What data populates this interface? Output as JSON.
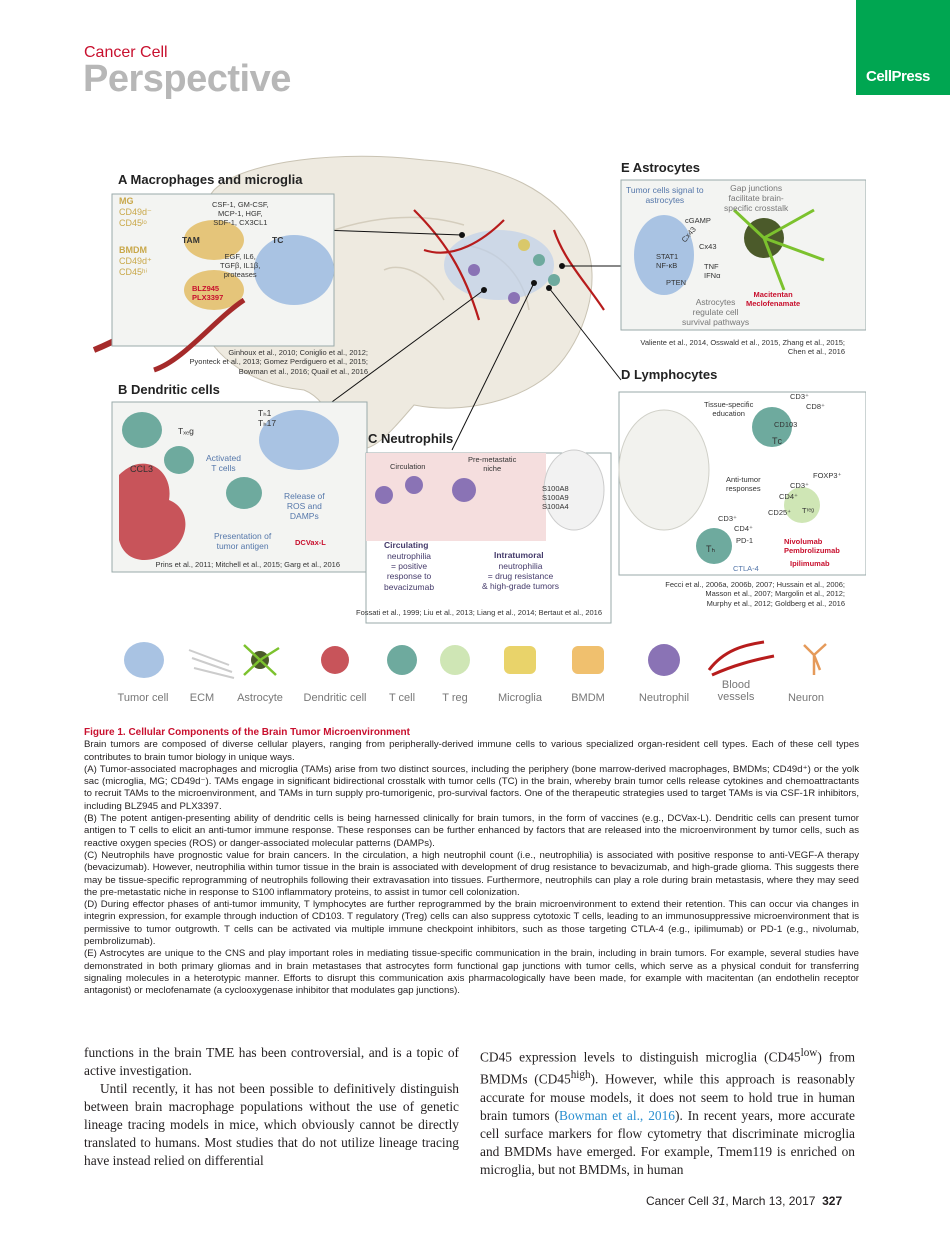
{
  "header": {
    "journal": "Cancer Cell",
    "section": "Perspective",
    "publisher_logo": "CellPress"
  },
  "figure": {
    "panels": {
      "A": {
        "title": "A  Macrophages and microglia",
        "mg": "MG",
        "mg_markers1": "CD49d⁻",
        "mg_markers2": "CD45ˡᵒ",
        "bmdm": "BMDM",
        "bmdm_markers1": "CD49d⁺",
        "bmdm_markers2": "CD45ʰⁱ",
        "signals_in": "CSF-1, GM-CSF,\nMCP-1, HGF,\nSDF-1, CX3CL1",
        "tam": "TAM",
        "tc": "TC",
        "signals_out": "EGF, IL6,\nTGFβ, IL1β,\nproteases",
        "drug": "BLZ945\nPLX3397",
        "cite": "Ginhoux et al., 2010; Coniglio et al., 2012;\nPyonteck et al., 2013; Gomez Perdiguero et al., 2015;\nBowman et al., 2016; Quail et al., 2016"
      },
      "B": {
        "title": "B  Dendritic cells",
        "th": "Tₕ1\nTₕ17",
        "treg": "Tₓₑg",
        "ccl3": "CCL3",
        "activated": "Activated\nT cells",
        "release": "Release of\nROS and\nDAMPs",
        "presentation": "Presentation of\ntumor antigen",
        "drug": "DCVax-L",
        "cite": "Prins et al., 2011; Mitchell et al., 2015; Garg et al., 2016"
      },
      "C": {
        "title": "C  Neutrophils",
        "circulation": "Circulation",
        "premet": "Pre-metastatic\nniche",
        "s100": "S100A8\nS100A9\nS100A4",
        "circ_label": "Circulating",
        "circ_desc": "neutrophilia\n= positive\nresponse to\nbevacizumab",
        "intra_label": "Intratumoral",
        "intra_desc": "neutrophilia\n= drug resistance\n& high-grade tumors",
        "cite": "Fossati et al., 1999; Liu et al., 2013; Liang et al., 2014; Bertaut et al., 2016"
      },
      "D": {
        "title": "D  Lymphocytes",
        "tissue": "Tissue-specific\neducation",
        "cd103": "CD103",
        "tc": "Tᴄ",
        "cd3a": "CD3⁺",
        "cd8": "CD8⁺",
        "anti": "Anti-tumor\nresponses",
        "foxp3": "FOXP3⁺",
        "cd3b": "CD3⁺",
        "cd4b": "CD4⁺",
        "cd25": "CD25⁺",
        "treg": "Tʳᵉᵍ",
        "cd3c": "CD3⁺",
        "cd4c": "CD4⁺",
        "th": "Tₕ",
        "pd1": "PD-1",
        "ctla4": "CTLA-4",
        "drugs": "Nivolumab\nPembrolizumab",
        "drug2": "Ipilimumab",
        "cite": "Fecci et al., 2006a, 2006b, 2007; Hussain et al., 2006;\nMasson et al., 2007; Margolin et al., 2012;\nMurphy et al., 2012; Goldberg et al., 2016"
      },
      "E": {
        "title": "E  Astrocytes",
        "signal": "Tumor cells signal to\nastrocytes",
        "gap": "Gap junctions\nfacilitate brain-\nspecific crosstalk",
        "cgamp": "cGAMP",
        "cx43a": "Cx43",
        "cx43b": "Cx43",
        "stat": "STAT1\nNF-κB",
        "pten": "PTEN",
        "tnf": "TNF\nIFNα",
        "regulate": "Astrocytes\nregulate cell\nsurvival pathways",
        "drugs": "Macitentan\nMeclofenamate",
        "cite": "Valiente et al., 2014, Osswald et al., 2015, Zhang et al., 2015;\nChen et al., 2016"
      }
    },
    "legend": [
      "Tumor cell",
      "ECM",
      "Astrocyte",
      "Dendritic cell",
      "T cell",
      "T reg",
      "Microglia",
      "BMDM",
      "Neutrophil",
      "Blood\nvessels",
      "Neuron"
    ]
  },
  "caption": {
    "title": "Figure 1.  Cellular Components of the Brain Tumor Microenvironment",
    "intro": "Brain tumors are composed of diverse cellular players, ranging from peripherally-derived immune cells to various specialized organ-resident cell types. Each of these cell types contributes to brain tumor biology in unique ways.",
    "a": "(A) Tumor-associated macrophages and microglia (TAMs) arise from two distinct sources, including the periphery (bone marrow-derived macrophages, BMDMs; CD49d⁺) or the yolk sac (microglia, MG; CD49d⁻). TAMs engage in significant bidirectional crosstalk with tumor cells (TC) in the brain, whereby brain tumor cells release cytokines and chemoattractants to recruit TAMs to the microenvironment, and TAMs in turn supply pro-tumorigenic, pro-survival factors. One of the therapeutic strategies used to target TAMs is via CSF-1R inhibitors, including BLZ945 and PLX3397.",
    "b": "(B) The potent antigen-presenting ability of dendritic cells is being harnessed clinically for brain tumors, in the form of vaccines (e.g., DCVax-L). Dendritic cells can present tumor antigen to T cells to elicit an anti-tumor immune response. These responses can be further enhanced by factors that are released into the microenvironment by tumor cells, such as reactive oxygen species (ROS) or danger-associated molecular patterns (DAMPs).",
    "c": "(C) Neutrophils have prognostic value for brain cancers. In the circulation, a high neutrophil count (i.e., neutrophilia) is associated with positive response to anti-VEGF-A therapy (bevacizumab). However, neutrophilia within tumor tissue in the brain is associated with development of drug resistance to bevacizumab, and high-grade glioma. This suggests there may be tissue-specific reprogramming of neutrophils following their extravasation into tissues. Furthermore, neutrophils can play a role during brain metastasis, where they may seed the pre-metastatic niche in response to S100 inflammatory proteins, to assist in tumor cell colonization.",
    "d": "(D) During effector phases of anti-tumor immunity, T lymphocytes are further reprogrammed by the brain microenvironment to extend their retention. This can occur via changes in integrin expression, for example through induction of CD103. T regulatory (Treg) cells can also suppress cytotoxic T cells, leading to an immunosuppressive microenvironment that is permissive to tumor outgrowth. T cells can be activated via multiple immune checkpoint inhibitors, such as those targeting CTLA-4 (e.g., ipilimumab) or PD-1 (e.g., nivolumab, pembrolizumab).",
    "e": "(E) Astrocytes are unique to the CNS and play important roles in mediating tissue-specific communication in the brain, including in brain tumors. For example, several studies have demonstrated in both primary gliomas and in brain metastases that astrocytes form functional gap junctions with tumor cells, which serve as a physical conduit for transferring signaling molecules in a heterotypic manner. Efforts to disrupt this communication axis pharmacologically have been made, for example with macitentan (an endothelin receptor antagonist) or meclofenamate (a cyclooxygenase inhibitor that modulates gap junctions)."
  },
  "body": {
    "left_p1": "functions in the brain TME has been controversial, and is a topic of active investigation.",
    "left_p2": "Until recently, it has not been possible to definitively distinguish between brain macrophage populations without the use of genetic lineage tracing models in mice, which obviously cannot be directly translated to humans. Most studies that do not utilize lineage tracing have instead relied on differential",
    "right_p1a": "CD45 expression levels to distinguish microglia (CD45",
    "right_low": "low",
    "right_p1b": ") from BMDMs (CD45",
    "right_high": "high",
    "right_p1c": "). However, while this approach is reasonably accurate for mouse models, it does not seem to hold true in human brain tumors (",
    "right_ref": "Bowman et al., 2016",
    "right_p1d": "). In recent years, more accurate cell surface markers for flow cytometry that discriminate microglia and BMDMs have emerged. For example, Tmem119 is enriched on microglia, but not BMDMs, in human"
  },
  "footer": {
    "journal": "Cancer Cell ",
    "volume": "31",
    "date": ", March 13, 2017",
    "page": "327"
  },
  "colors": {
    "accent_red": "#c8102e",
    "cellpress_green": "#00a651",
    "title_gray": "#b7b7b7",
    "tumor_blue": "#a9c3e3",
    "link_blue": "#2a8fd0"
  }
}
